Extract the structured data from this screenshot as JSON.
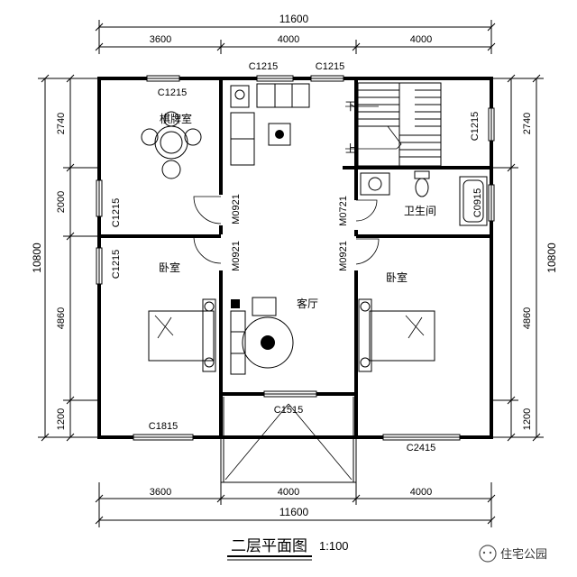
{
  "title": "二层平面图",
  "scale": "1:100",
  "watermark": "住宅公园",
  "dimensions": {
    "top_total": "11600",
    "top_segments": [
      "3600",
      "4000",
      "4000"
    ],
    "bottom_total": "11600",
    "bottom_segments": [
      "3600",
      "4000",
      "4000"
    ],
    "left_total": "10800",
    "left_segments": [
      "2740",
      "2000",
      "4860",
      "1200"
    ],
    "right_total": "10800",
    "right_segments": [
      "2740",
      "4860",
      "1200"
    ]
  },
  "rooms": {
    "chess_room": "棋牌室",
    "bedroom_left": "卧室",
    "bedroom_right": "卧室",
    "living_room": "客厅",
    "bathroom": "卫生间",
    "stair_down": "下",
    "stair_up": "上"
  },
  "windows": {
    "top_left": "C1215",
    "top_mid_1": "C1215",
    "top_mid_2": "C1215",
    "left_upper": "C1215",
    "left_lower": "C1215",
    "stair_right": "C1215",
    "bath_right": "C0915",
    "bottom_left": "C1815",
    "bottom_mid": "C1515",
    "bottom_right": "C2415"
  },
  "doors": {
    "chess_room": "M0921",
    "bedroom_left": "M0921",
    "bathroom": "M0721",
    "bedroom_right": "M0921"
  }
}
